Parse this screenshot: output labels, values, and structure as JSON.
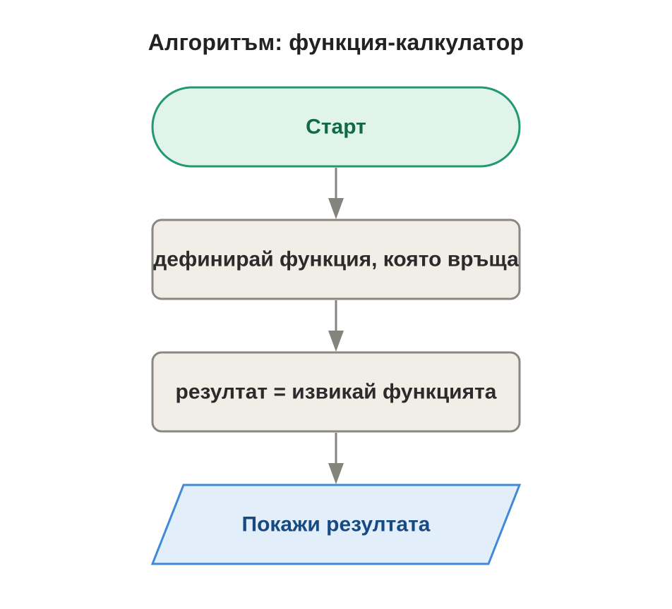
{
  "title": "Алгоритъм: функция-калкулатор",
  "nodes": {
    "start": {
      "label": "Старт"
    },
    "define": {
      "label": "дефинирай функция, която връща"
    },
    "call": {
      "label": "резултат = извикай функцията"
    },
    "show": {
      "label": "Покажи резултата"
    }
  },
  "colors": {
    "start_fill": "#e1f4ec",
    "start_stroke": "#21996e",
    "start_text": "#11694a",
    "process_fill": "#f1eee8",
    "process_stroke": "#8a8780",
    "process_text": "#2b2b2b",
    "io_fill": "#e3eefb",
    "io_stroke": "#3f89d8",
    "io_text": "#164a80",
    "arrow": "#84847d"
  }
}
